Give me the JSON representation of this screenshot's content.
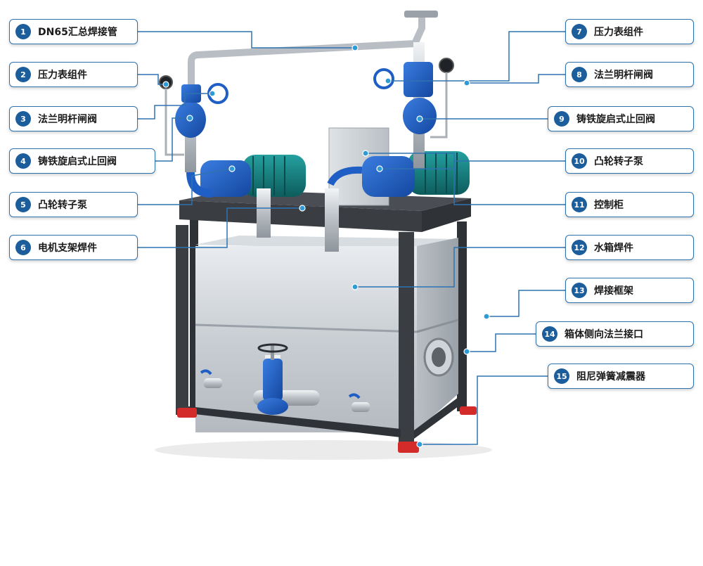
{
  "colors": {
    "accent": "#1c5d9c",
    "leader_line": "#2e73b0",
    "pump_blue": "#1f5ec4",
    "motor_teal": "#157a7a",
    "frame_dark": "#3a3d42",
    "steel": "#c8cdd2",
    "rubber_pad": "#d32a2a"
  },
  "callouts": [
    {
      "num": "1",
      "label": "DN65汇总焊接管"
    },
    {
      "num": "2",
      "label": "压力表组件"
    },
    {
      "num": "3",
      "label": "法兰明杆闸阀"
    },
    {
      "num": "4",
      "label": "铸铁旋启式止回阀"
    },
    {
      "num": "5",
      "label": "凸轮转子泵"
    },
    {
      "num": "6",
      "label": "电机支架焊件"
    },
    {
      "num": "7",
      "label": "压力表组件"
    },
    {
      "num": "8",
      "label": "法兰明杆闸阀"
    },
    {
      "num": "9",
      "label": "铸铁旋启式止回阀"
    },
    {
      "num": "10",
      "label": "凸轮转子泵"
    },
    {
      "num": "11",
      "label": "控制柜"
    },
    {
      "num": "12",
      "label": "水箱焊件"
    },
    {
      "num": "13",
      "label": "焊接框架"
    },
    {
      "num": "14",
      "label": "箱体侧向法兰接口"
    },
    {
      "num": "15",
      "label": "阻尼弹簧减震器"
    }
  ]
}
